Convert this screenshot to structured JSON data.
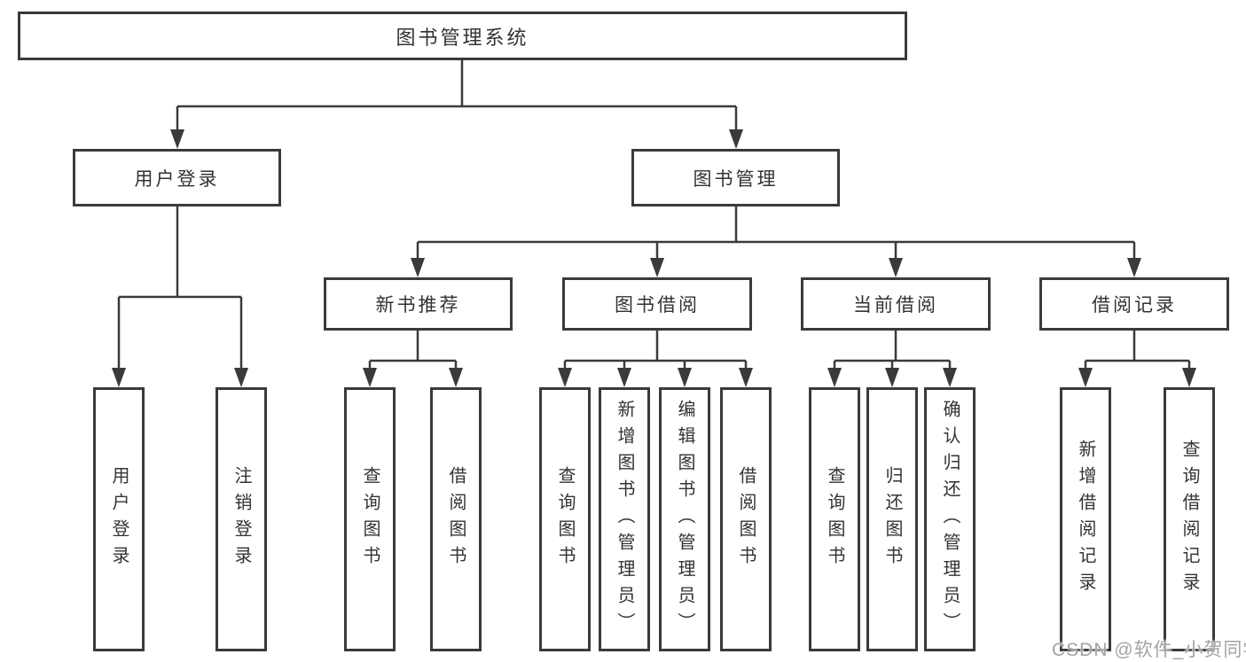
{
  "tree": {
    "root": "图书管理系统",
    "children": [
      {
        "label": "用户登录",
        "children": [
          "用户登录",
          "注销登录"
        ]
      },
      {
        "label": "图书管理",
        "children": [
          {
            "label": "新书推荐",
            "children": [
              "查询图书",
              "借阅图书"
            ]
          },
          {
            "label": "图书借阅",
            "children": [
              "查询图书",
              "新增图书（管理员）",
              "编辑图书（管理员）",
              "借阅图书"
            ]
          },
          {
            "label": "当前借阅",
            "children": [
              "查询图书",
              "归还图书",
              "确认归还（管理员）"
            ]
          },
          {
            "label": "借阅记录",
            "children": [
              "新增借阅记录",
              "查询借阅记录"
            ]
          }
        ]
      }
    ]
  },
  "watermark": {
    "text": "CSDN @软件_小贺同学"
  },
  "colors": {
    "line": "#3a3a3a",
    "box_border": "#3a3a3a",
    "text": "#333333",
    "watermark": "#a3a3a3",
    "background": "#ffffff"
  }
}
